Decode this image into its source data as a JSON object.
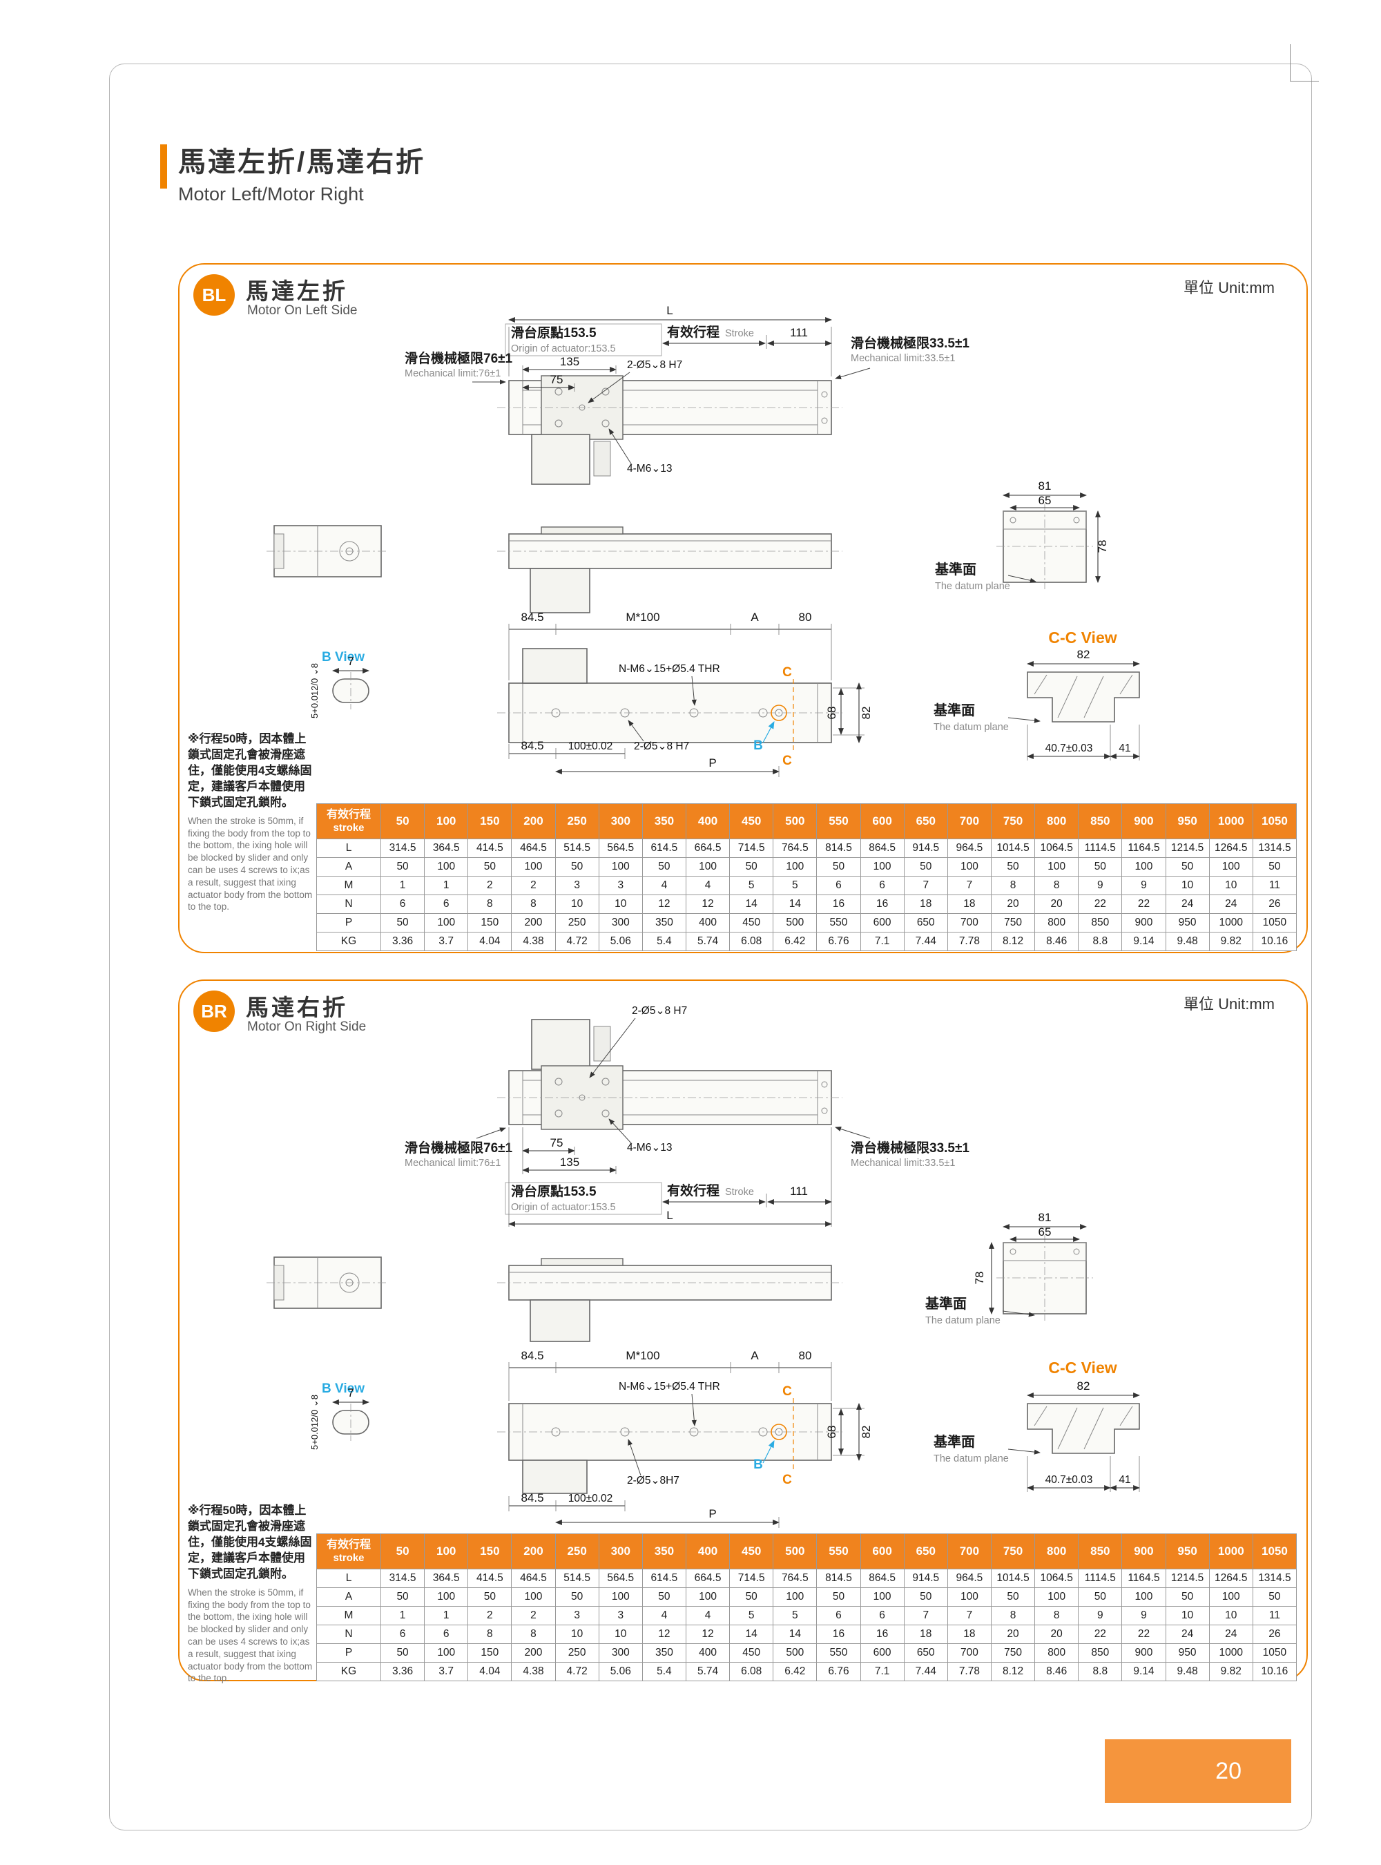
{
  "page": {
    "title_zh": "馬達左折/馬達右折",
    "title_en": "Motor Left/Motor Right",
    "unit_label": "單位 Unit:mm",
    "page_number": "20"
  },
  "colors": {
    "accent": "#f08300",
    "table_header": "#f0831e",
    "blue": "#29abe2"
  },
  "sections": {
    "bl": {
      "badge": "BL",
      "title_zh": "馬達左折",
      "title_en": "Motor On Left Side"
    },
    "br": {
      "badge": "BR",
      "title_zh": "馬達右折",
      "title_en": "Motor On Right Side"
    }
  },
  "labels": {
    "dim_L": "L",
    "origin_zh": "滑台原點153.5",
    "origin_en": "Origin of actuator:153.5",
    "stroke_zh": "有效行程",
    "stroke_en": "Stroke",
    "dim_111": "111",
    "mech_left_zh": "滑台機械極限76±1",
    "mech_left_en": "Mechanical limit:76±1",
    "mech_right_zh": "滑台機械極限33.5±1",
    "mech_right_en": "Mechanical limit:33.5±1",
    "dim_135": "135",
    "dim_75": "75",
    "hole_label": "2-Ø5⌄8 H7",
    "hole_label_tight": "2-Ø5⌄8H7",
    "screw_label": "4-M6⌄13",
    "dim_81": "81",
    "dim_65": "65",
    "dim_78": "78",
    "datum_zh": "基準面",
    "datum_en": "The datum plane",
    "dim_845": "84.5",
    "dim_m100": "M*100",
    "dim_A": "A",
    "dim_80": "80",
    "thr_label": "N-M6⌄15+Ø5.4 THR",
    "c_marker": "C",
    "b_marker": "B",
    "dim_68": "68",
    "dim_82": "82",
    "dim_100": "100±0.02",
    "dim_P": "P",
    "b_view": "B View",
    "dim_7": "7",
    "b_view_dim": "5+0.012/0 ⌄8",
    "cc_view": "C-C View",
    "dim_82_cc": "82",
    "dim_407": "40.7±0.03",
    "dim_41": "41"
  },
  "note": {
    "zh": "※行程50時，因本體上鎖式固定孔會被滑座遮住，僅能使用4支螺絲固定，建議客戶本體使用下鎖式固定孔鎖附。",
    "en": "When the stroke is 50mm, if fixing the body from the top to the bottom, the ixing hole will be blocked by slider and only can be uses 4 screws to ix;as a result, suggest that ixing actuator body from the bottom to the top."
  },
  "stroke_table": {
    "header_zh": "有效行程",
    "header_en": "stroke",
    "strokes": [
      "50",
      "100",
      "150",
      "200",
      "250",
      "300",
      "350",
      "400",
      "450",
      "500",
      "550",
      "600",
      "650",
      "700",
      "750",
      "800",
      "850",
      "900",
      "950",
      "1000",
      "1050"
    ],
    "rows": [
      {
        "label": "L",
        "values": [
          "314.5",
          "364.5",
          "414.5",
          "464.5",
          "514.5",
          "564.5",
          "614.5",
          "664.5",
          "714.5",
          "764.5",
          "814.5",
          "864.5",
          "914.5",
          "964.5",
          "1014.5",
          "1064.5",
          "1114.5",
          "1164.5",
          "1214.5",
          "1264.5",
          "1314.5"
        ]
      },
      {
        "label": "A",
        "values": [
          "50",
          "100",
          "50",
          "100",
          "50",
          "100",
          "50",
          "100",
          "50",
          "100",
          "50",
          "100",
          "50",
          "100",
          "50",
          "100",
          "50",
          "100",
          "50",
          "100",
          "50"
        ]
      },
      {
        "label": "M",
        "values": [
          "1",
          "1",
          "2",
          "2",
          "3",
          "3",
          "4",
          "4",
          "5",
          "5",
          "6",
          "6",
          "7",
          "7",
          "8",
          "8",
          "9",
          "9",
          "10",
          "10",
          "11"
        ]
      },
      {
        "label": "N",
        "values": [
          "6",
          "6",
          "8",
          "8",
          "10",
          "10",
          "12",
          "12",
          "14",
          "14",
          "16",
          "16",
          "18",
          "18",
          "20",
          "20",
          "22",
          "22",
          "24",
          "24",
          "26"
        ]
      },
      {
        "label": "P",
        "values": [
          "50",
          "100",
          "150",
          "200",
          "250",
          "300",
          "350",
          "400",
          "450",
          "500",
          "550",
          "600",
          "650",
          "700",
          "750",
          "800",
          "850",
          "900",
          "950",
          "1000",
          "1050"
        ]
      },
      {
        "label": "KG",
        "values": [
          "3.36",
          "3.7",
          "4.04",
          "4.38",
          "4.72",
          "5.06",
          "5.4",
          "5.74",
          "6.08",
          "6.42",
          "6.76",
          "7.1",
          "7.44",
          "7.78",
          "8.12",
          "8.46",
          "8.8",
          "9.14",
          "9.48",
          "9.82",
          "10.16"
        ]
      }
    ]
  }
}
